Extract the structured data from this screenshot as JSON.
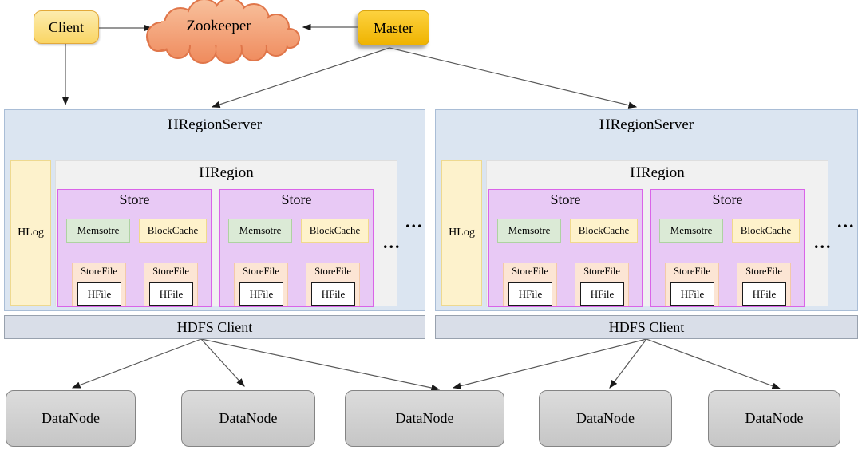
{
  "nodes": {
    "client": "Client",
    "zookeeper": "Zookeeper",
    "master": "Master"
  },
  "region_servers": [
    {
      "title": "HRegionServer",
      "hlog": "HLog",
      "hregion": "HRegion",
      "more_stores": "...",
      "more_regions": "...",
      "stores": [
        {
          "title": "Store",
          "memstore": "Memsotre",
          "blockcache": "BlockCache",
          "storefiles": [
            {
              "label": "StoreFile",
              "hfile": "HFile"
            },
            {
              "label": "StoreFile",
              "hfile": "HFile"
            }
          ]
        },
        {
          "title": "Store",
          "memstore": "Memsotre",
          "blockcache": "BlockCache",
          "storefiles": [
            {
              "label": "StoreFile",
              "hfile": "HFile"
            },
            {
              "label": "StoreFile",
              "hfile": "HFile"
            }
          ]
        }
      ]
    },
    {
      "title": "HRegionServer",
      "hlog": "HLog",
      "hregion": "HRegion",
      "more_stores": "...",
      "more_regions": "...",
      "stores": [
        {
          "title": "Store",
          "memstore": "Memsotre",
          "blockcache": "BlockCache",
          "storefiles": [
            {
              "label": "StoreFile",
              "hfile": "HFile"
            },
            {
              "label": "StoreFile",
              "hfile": "HFile"
            }
          ]
        },
        {
          "title": "Store",
          "memstore": "Memsotre",
          "blockcache": "BlockCache",
          "storefiles": [
            {
              "label": "StoreFile",
              "hfile": "HFile"
            },
            {
              "label": "StoreFile",
              "hfile": "HFile"
            }
          ]
        }
      ]
    }
  ],
  "hdfs_clients": [
    {
      "label": "HDFS Client"
    },
    {
      "label": "HDFS Client"
    }
  ],
  "datanodes": [
    {
      "label": "DataNode"
    },
    {
      "label": "DataNode"
    },
    {
      "label": "DataNode"
    },
    {
      "label": "DataNode"
    },
    {
      "label": "DataNode"
    }
  ],
  "colors": {
    "client_fill": "#fad564",
    "master_fill": "#f3b700",
    "zookeeper_fill": "#f4a57d",
    "zookeeper_stroke": "#e0764a",
    "server_fill": "#dbe5f1",
    "hregion_fill": "#f1f1f1",
    "hlog_fill": "#fdf2cc",
    "store_fill": "#e8c9f5",
    "store_border": "#d964e8",
    "memstore_fill": "#dbead6",
    "blockcache_fill": "#fef2cb",
    "storefile_fill": "#fce5d4",
    "hdfs_fill": "#d9dee8",
    "datanode_fill": "#cecece"
  }
}
